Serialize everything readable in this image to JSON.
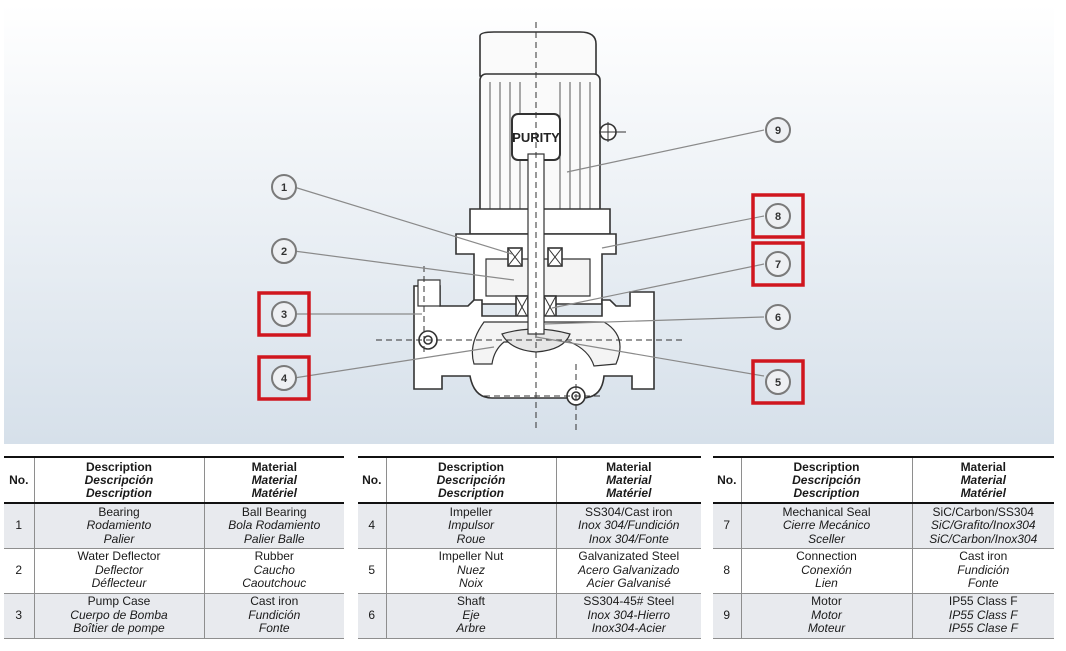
{
  "brand": "PURITY",
  "callouts": [
    {
      "n": "1",
      "highlighted": false
    },
    {
      "n": "2",
      "highlighted": false
    },
    {
      "n": "3",
      "highlighted": true
    },
    {
      "n": "4",
      "highlighted": true
    },
    {
      "n": "5",
      "highlighted": true
    },
    {
      "n": "6",
      "highlighted": false
    },
    {
      "n": "7",
      "highlighted": true
    },
    {
      "n": "8",
      "highlighted": true
    },
    {
      "n": "9",
      "highlighted": false
    }
  ],
  "colors": {
    "highlight": "#d0161e",
    "bg_top": "#ffffff",
    "bg_bottom": "#d6e0ea",
    "ink": "#333333",
    "callout_fill": "#eef0f3"
  },
  "table_header": {
    "no": "No.",
    "description": [
      "Description",
      "Descripción",
      "Description"
    ],
    "material": [
      "Material",
      "Material",
      "Matériel"
    ]
  },
  "tables": [
    {
      "rows": [
        {
          "no": "1",
          "desc": [
            "Bearing",
            "Rodamiento",
            "Palier"
          ],
          "mat": [
            "Ball Bearing",
            "Bola Rodamiento",
            "Palier Balle"
          ]
        },
        {
          "no": "2",
          "desc": [
            "Water Deflector",
            "Deflector",
            "Déflecteur"
          ],
          "mat": [
            "Rubber",
            "Caucho",
            "Caoutchouc"
          ]
        },
        {
          "no": "3",
          "desc": [
            "Pump Case",
            "Cuerpo de Bomba",
            "Boîtier de pompe"
          ],
          "mat": [
            "Cast iron",
            "Fundición",
            "Fonte"
          ]
        }
      ]
    },
    {
      "rows": [
        {
          "no": "4",
          "desc": [
            "Impeller",
            "Impulsor",
            "Roue"
          ],
          "mat": [
            "SS304/Cast iron",
            "Inox 304/Fundición",
            "Inox 304/Fonte"
          ]
        },
        {
          "no": "5",
          "desc": [
            "Impeller Nut",
            "Nuez",
            "Noix"
          ],
          "mat": [
            "Galvanizated Steel",
            "Acero Galvanizado",
            "Acier Galvanisé"
          ]
        },
        {
          "no": "6",
          "desc": [
            "Shaft",
            "Eje",
            "Arbre"
          ],
          "mat": [
            "SS304-45# Steel",
            "Inox 304-Hierro",
            "Inox304-Acier"
          ]
        }
      ]
    },
    {
      "rows": [
        {
          "no": "7",
          "desc": [
            "Mechanical Seal",
            "Cierre Mecánico",
            "Sceller"
          ],
          "mat": [
            "SiC/Carbon/SS304",
            "SiC/Grafito/Inox304",
            "SiC/Carbon/Inox304"
          ]
        },
        {
          "no": "8",
          "desc": [
            "Connection",
            "Conexión",
            "Lien"
          ],
          "mat": [
            "Cast iron",
            "Fundición",
            "Fonte"
          ]
        },
        {
          "no": "9",
          "desc": [
            "Motor",
            "Motor",
            "Moteur"
          ],
          "mat": [
            "IP55 Class F",
            "IP55 Class F",
            "IP55 Clase F"
          ]
        }
      ]
    }
  ]
}
